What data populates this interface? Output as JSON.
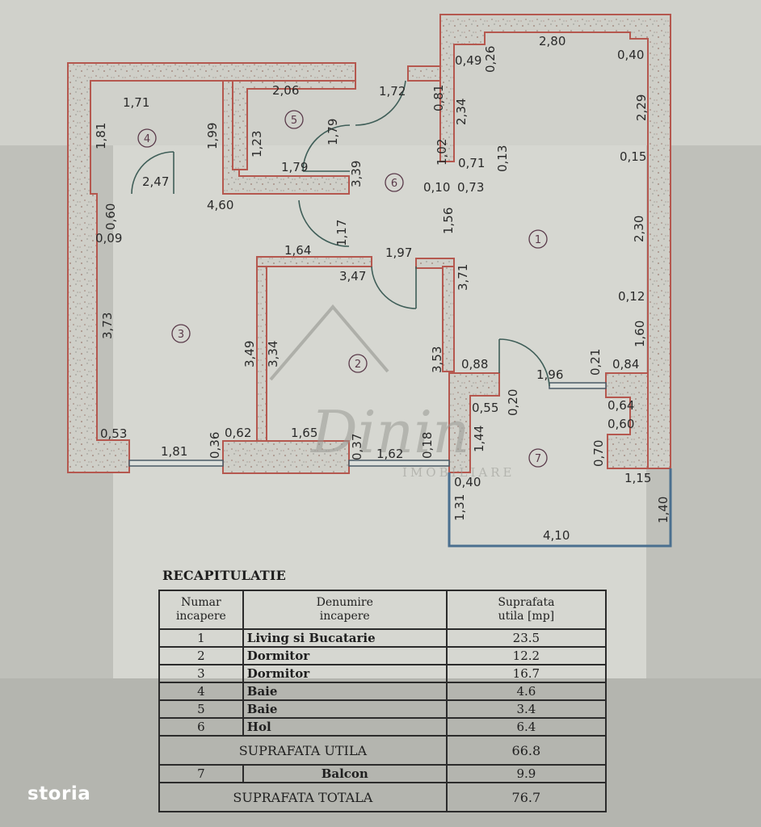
{
  "colors": {
    "paper": "#d3d4ce",
    "wall_outline": "#b5584f",
    "wall_fill": "#cdcdc6",
    "balcony_outline": "#4a6f8f",
    "door_arc": "#3f5e58"
  },
  "rooms": [
    {
      "number": "1"
    },
    {
      "number": "2"
    },
    {
      "number": "3"
    },
    {
      "number": "4"
    },
    {
      "number": "5"
    },
    {
      "number": "6"
    },
    {
      "number": "7"
    }
  ],
  "dimensions": {
    "room4_top": "1,71",
    "room4_left": "1,81",
    "room4_right": "1,99",
    "room4_door": "2,47",
    "room5_top": "2,06",
    "room5_left": "1,23",
    "room5_right": "1,79",
    "room5_bottom": "1,79",
    "hall_wall": "4,60",
    "hall_top": "1,72",
    "hall_left": "3,39",
    "hall_door": "1,17",
    "r3_a": "0,60",
    "r3_b": "0,09",
    "r3_left": "3,73",
    "r3_c": "0,53",
    "r3_window": "1,81",
    "r3_d": "0,36",
    "r2_top": "1,64",
    "r2_a": "1,97",
    "r2_b": "3,47",
    "r2_left_out": "3,49",
    "r2_left_in": "3,34",
    "r2_c": "0,62",
    "r2_bottom": "1,65",
    "r2_d": "0,37",
    "r2_window": "1,62",
    "r2_e": "0,18",
    "r2_right": "3,53",
    "r1_top": "2,80",
    "r1_a": "0,49",
    "r1_b": "0,26",
    "r1_c": "0,40",
    "r1_d": "0,81",
    "r1_e": "2,34",
    "r1_f": "2,29",
    "r1_g": "1,02",
    "r1_h": "0,71",
    "r1_i": "0,13",
    "r1_j": "0,10",
    "r1_k": "0,73",
    "r1_l": "0,15",
    "r1_m": "1,56",
    "r1_n": "3,71",
    "r1_o": "2,30",
    "r1_p": "0,12",
    "r1_q": "1,60",
    "r1_r": "0,88",
    "r1_s": "1,96",
    "r1_t": "0,21",
    "r1_u": "0,84",
    "r7_a": "0,55",
    "r7_b": "0,20",
    "r7_c": "1,44",
    "r7_d": "0,64",
    "r7_e": "0,60",
    "r7_f": "0,70",
    "r7_g": "0,40",
    "r7_h": "1,15",
    "r7_i": "1,31",
    "r7_j": "1,40",
    "r7_bottom": "4,10"
  },
  "watermark": {
    "brand": "Dinin",
    "sub": "IMOBILIARE"
  },
  "recap": {
    "title": "RECAPITULATIE",
    "headers": [
      "Numar incapere",
      "Denumire incapere",
      "Suprafata utila [mp]"
    ],
    "header_lines": [
      [
        "Numar",
        "incapere"
      ],
      [
        "Denumire",
        "incapere"
      ],
      [
        "Suprafata",
        "utila [mp]"
      ]
    ],
    "rows": [
      {
        "num": "1",
        "name": "Living si Bucatarie",
        "area": "23.5"
      },
      {
        "num": "2",
        "name": "Dormitor",
        "area": "12.2"
      },
      {
        "num": "3",
        "name": "Dormitor",
        "area": "16.7"
      },
      {
        "num": "4",
        "name": "Baie",
        "area": "4.6"
      },
      {
        "num": "5",
        "name": "Baie",
        "area": "3.4"
      },
      {
        "num": "6",
        "name": "Hol",
        "area": "6.4"
      }
    ],
    "subtotal": {
      "label": "SUPRAFATA UTILA",
      "area": "66.8"
    },
    "balcony": {
      "num": "7",
      "name": "Balcon",
      "area": "9.9"
    },
    "total": {
      "label": "SUPRAFATA TOTALA",
      "area": "76.7"
    }
  },
  "logo": {
    "text": "storia"
  }
}
